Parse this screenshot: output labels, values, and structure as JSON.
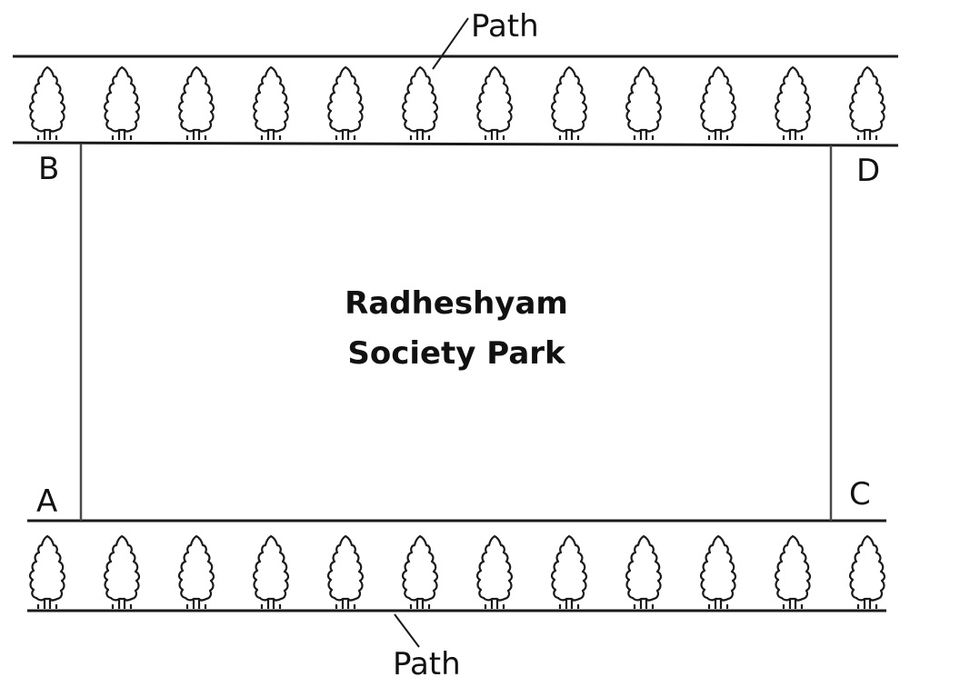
{
  "park": {
    "name_line1": "Radheshyam",
    "name_line2": "Society Park"
  },
  "corners": {
    "a": "A",
    "b": "B",
    "c": "C",
    "d": "D"
  },
  "paths": {
    "top_label": "Path",
    "bottom_label": "Path"
  },
  "tree_rows": {
    "top_count": 12,
    "bottom_count": 12
  }
}
